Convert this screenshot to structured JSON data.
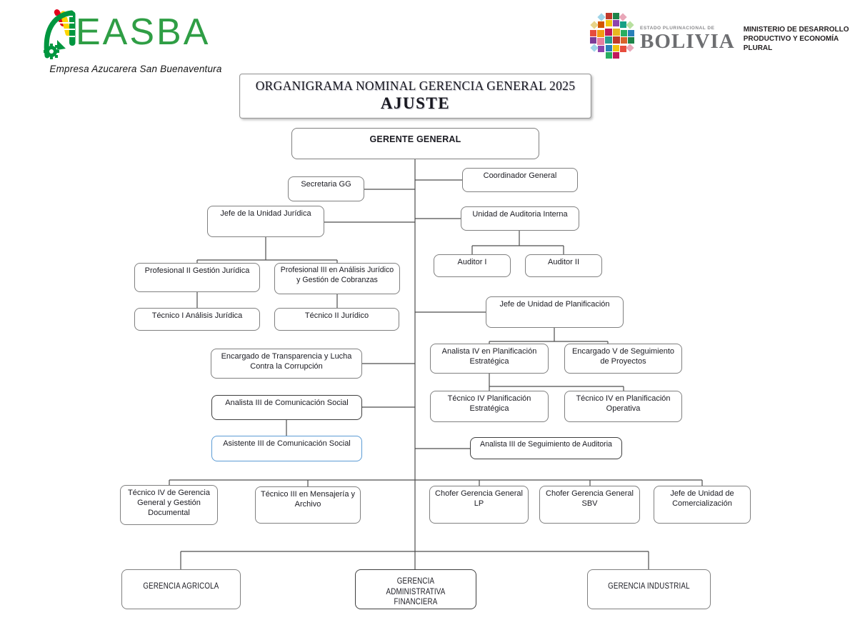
{
  "header": {
    "easba": {
      "name": "EASBA",
      "tagline": "Empresa Azucarera San Buenaventura",
      "brand_green": "#2f9e45",
      "logo_icon": "easba-sugarcane-logo"
    },
    "ministry": {
      "state_label": "ESTADO PLURINACIONAL DE",
      "country": "BOLIVIA",
      "line1": "MINISTERIO DE DESARROLLO",
      "line2": "PRODUCTIVO Y ECONOMÍA PLURAL",
      "emblem_icon": "bolivia-mosaic-emblem",
      "text_gray": "#6d6e71"
    }
  },
  "title": {
    "line1": "ORGANIGRAMA NOMINAL GERENCIA GENERAL 2025",
    "line2": "AJUSTE"
  },
  "org": {
    "gerente_general": "GERENTE GENERAL",
    "secretaria_gg": "Secretaria GG",
    "coordinador_general": "Coordinador General",
    "jefe_unidad_juridica": "Jefe de la Unidad Jurídica",
    "unidad_auditoria_interna": "Unidad de Auditoria Interna",
    "auditor_i": "Auditor I",
    "auditor_ii": "Auditor II",
    "profesional_ii": "Profesional II Gestión Jurídica",
    "profesional_iii": "Profesional III en Análisis Jurídico y Gestión de Cobranzas",
    "tecnico_i": "Técnico I Análisis Jurídica",
    "tecnico_ii": "Técnico II Jurídico",
    "jefe_unidad_planificacion": "Jefe de Unidad de Planificación",
    "analista_iv": "Analista IV en Planificación Estratégica",
    "encargado_v": "Encargado V de Seguimiento de Proyectos",
    "tecnico_iv_estrategica": "Técnico IV Planificación Estratégica",
    "tecnico_iv_operativa": "Técnico IV en Planificación Operativa",
    "encargado_transparencia": "Encargado de Transparencia y Lucha Contra la Corrupción",
    "analista_iii_comunicacion": "Analista III de Comunicación Social",
    "asistente_iii_comunicacion": "Asistente III de Comunicación Social",
    "analista_iii_seguimiento": "Analista III de Seguimiento de Auditoria",
    "tecnico_iv_documental": "Técnico IV de Gerencia General y Gestión Documental",
    "tecnico_iii_mensajeria": "Técnico III en Mensajería y Archivo",
    "chofer_lp": "Chofer Gerencia General LP",
    "chofer_sbv": "Chofer Gerencia General SBV",
    "jefe_comercializacion": "Jefe de Unidad de Comercialización",
    "gerencia_agricola": "GERENCIA AGRICOLA",
    "gerencia_administrativa_financiera": "GERENCIA ADMINISTRATIVA FINANCIERA",
    "gerencia_industrial": "GERENCIA INDUSTRIAL"
  },
  "colors": {
    "box_border": "#808080",
    "box_border_dark": "#3f3f3f",
    "highlight_border": "#5b9bd5",
    "connector": "#4d4d4d"
  }
}
